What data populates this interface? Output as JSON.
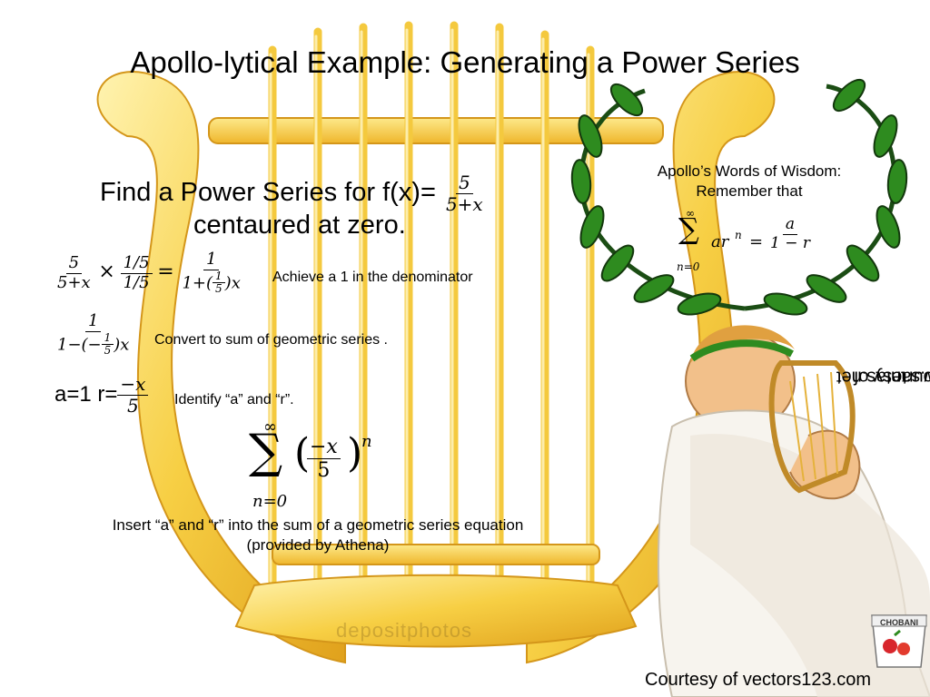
{
  "slide": {
    "title": "Apollo-lytical Example: Generating a Power Series",
    "problem": {
      "line1": "Find a Power Series for f(x)=",
      "frac_num": "5",
      "frac_den": "5+x",
      "line2": "centaured at zero."
    },
    "step1": {
      "f1_num": "5",
      "f1_den": "5+x",
      "times": "×",
      "f2_num": "1/5",
      "f2_den": "1/5",
      "equals": "=",
      "f3_num": "1",
      "f3_den_a": "1+(",
      "f3_inner_num": "1",
      "f3_inner_den": "5",
      "f3_den_b": ")x",
      "note": "Achieve a 1 in the denominator"
    },
    "step2": {
      "num": "1",
      "den_a": "1−(−",
      "inner_num": "1",
      "inner_den": "5",
      "den_b": ")x",
      "note": "Convert to sum of geometric series ."
    },
    "step3": {
      "a_label": "a=1  r=",
      "r_num": "−x",
      "r_den": "5",
      "note": "Identify “a” and “r”."
    },
    "sum_expr": {
      "upper": "∞",
      "sigma": "∑",
      "lower": "n=0",
      "open": "(",
      "num": "−x",
      "den": "5",
      "close": ")",
      "power": "n"
    },
    "insert_note_1": "Insert “a” and “r” into the sum of a geometric series equation",
    "insert_note_2": "(provided by Athena)",
    "wisdom": {
      "line1": "Apollo’s Words of Wisdom:",
      "line2": "Remember that",
      "upper": "∞",
      "sigma": "∑",
      "lower": "n=0",
      "term": "ar",
      "power": "n",
      "eq": "=",
      "num": "a",
      "den": "1 − r"
    },
    "credit_santas_1": "Courtesy of",
    "credit_santas_2": "www.santas.net",
    "credit_vectors": "Courtesy of vectors123.com",
    "watermark": "depositphotos",
    "yogurt_brand": "CHOBANI"
  },
  "colors": {
    "lyre_gold": "#f5c53a",
    "lyre_light": "#fde98a",
    "lyre_dark": "#d99a1a",
    "laurel": "#2e8b1f",
    "laurel_dark": "#1b4d14",
    "skin": "#f2c08a",
    "robe": "#f7f4ee"
  }
}
